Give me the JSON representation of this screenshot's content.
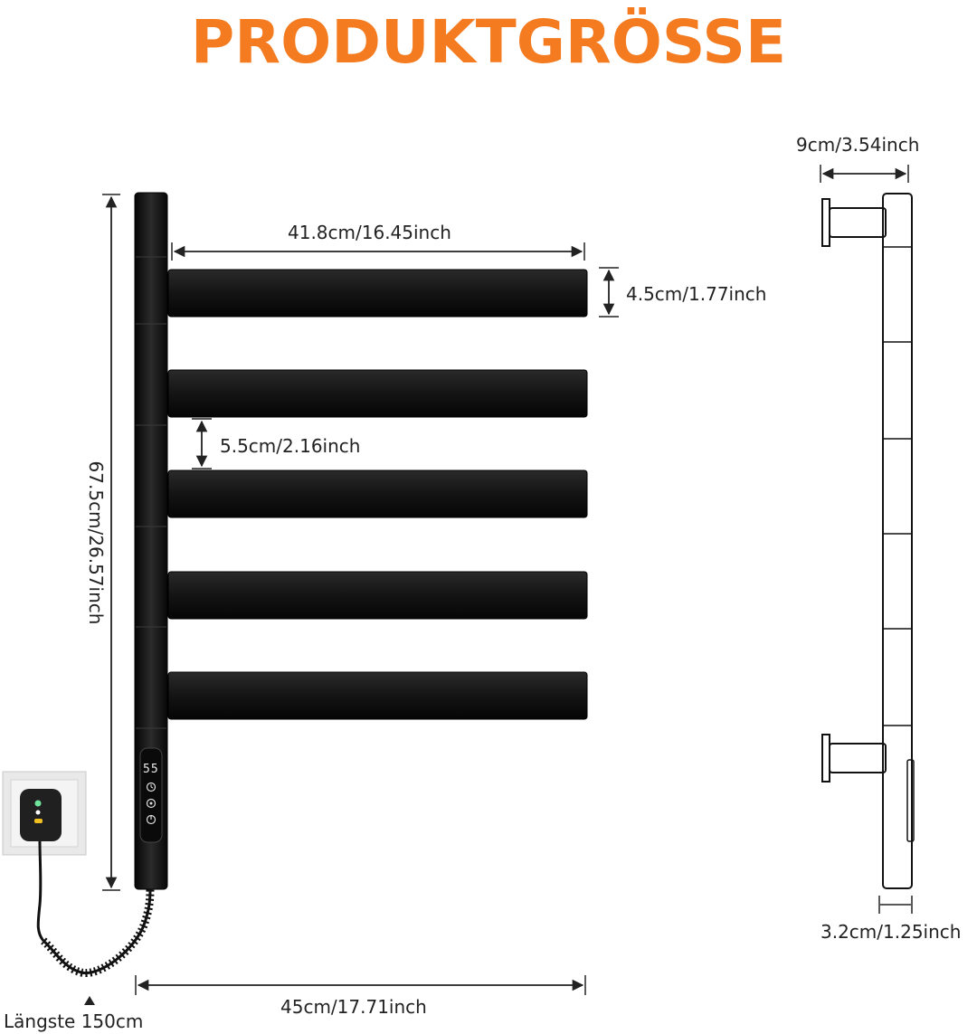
{
  "title": "PRODUKTGRÖSSE",
  "dimensions": {
    "bar_length": "41.8cm/16.45inch",
    "bar_height": "4.5cm/1.77inch",
    "bar_gap": "5.5cm/2.16inch",
    "total_height": "67.5cm/26.57inch",
    "total_width": "45cm/17.71inch",
    "depth": "9cm/3.54inch",
    "pole_width": "3.2cm/1.25inch",
    "cable_length": "Längste 150cm"
  },
  "control_panel": {
    "temperature_display": "55",
    "buttons": [
      "clock-icon",
      "settings-icon",
      "power-icon"
    ]
  },
  "colors": {
    "title": "#f47b20",
    "rack": "#111111"
  }
}
